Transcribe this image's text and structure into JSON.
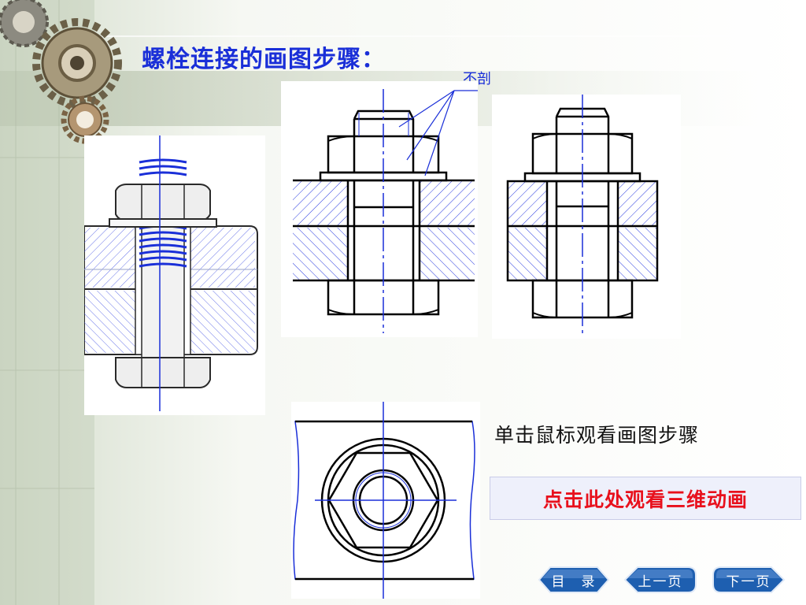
{
  "slide": {
    "title": "螺栓连接的画图步骤：",
    "label_not_sectioned": "不剖",
    "hint": "单击鼠标观看画图步骤",
    "button_3d": "点击此处观看三维动画"
  },
  "nav": {
    "toc": "目　录",
    "prev": "上一页",
    "next": "下一页"
  },
  "colors": {
    "title": "#1a2fd8",
    "drawing_line": "#000000",
    "center_line": "#1a2fd8",
    "hatch": "#2a3be0",
    "button_text": "#e8101c",
    "nav_fill": "#1e5fb0"
  },
  "icons": [
    "gear-icon",
    "gear-icon",
    "gear-icon"
  ]
}
